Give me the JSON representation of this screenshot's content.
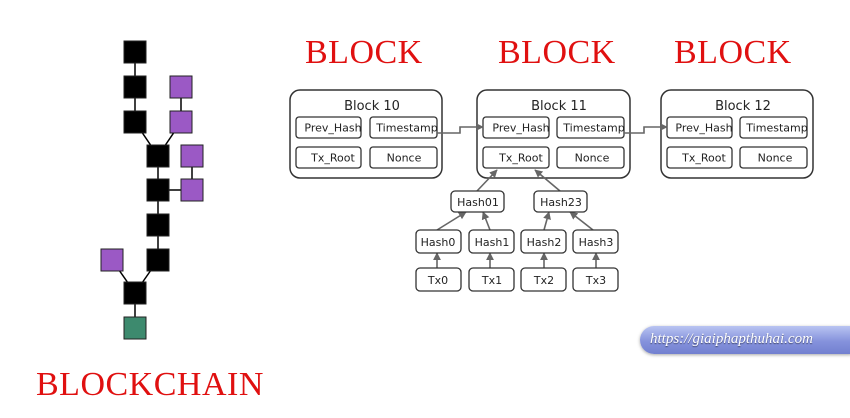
{
  "headings": {
    "block_1": "BLOCK",
    "block_2": "BLOCK",
    "block_3": "BLOCK",
    "blockchain": "BLOCKCHAIN"
  },
  "blocks": [
    {
      "title": "Block 10",
      "fields": [
        "Prev_Hash",
        "Timestamp",
        "Tx_Root",
        "Nonce"
      ]
    },
    {
      "title": "Block 11",
      "fields": [
        "Prev_Hash",
        "Timestamp",
        "Tx_Root",
        "Nonce"
      ]
    },
    {
      "title": "Block 12",
      "fields": [
        "Prev_Hash",
        "Timestamp",
        "Tx_Root",
        "Nonce"
      ]
    }
  ],
  "merkle": {
    "level1": [
      "Hash01",
      "Hash23"
    ],
    "level2": [
      "Hash0",
      "Hash1",
      "Hash2",
      "Hash3"
    ],
    "transactions": [
      "Tx0",
      "Tx1",
      "Tx2",
      "Tx3"
    ]
  },
  "chain_colors": {
    "main": "#000000",
    "orphan": "#9b59c5",
    "genesis": "#3d8a6e"
  },
  "watermark": "https://giaiphapthuhai.com"
}
